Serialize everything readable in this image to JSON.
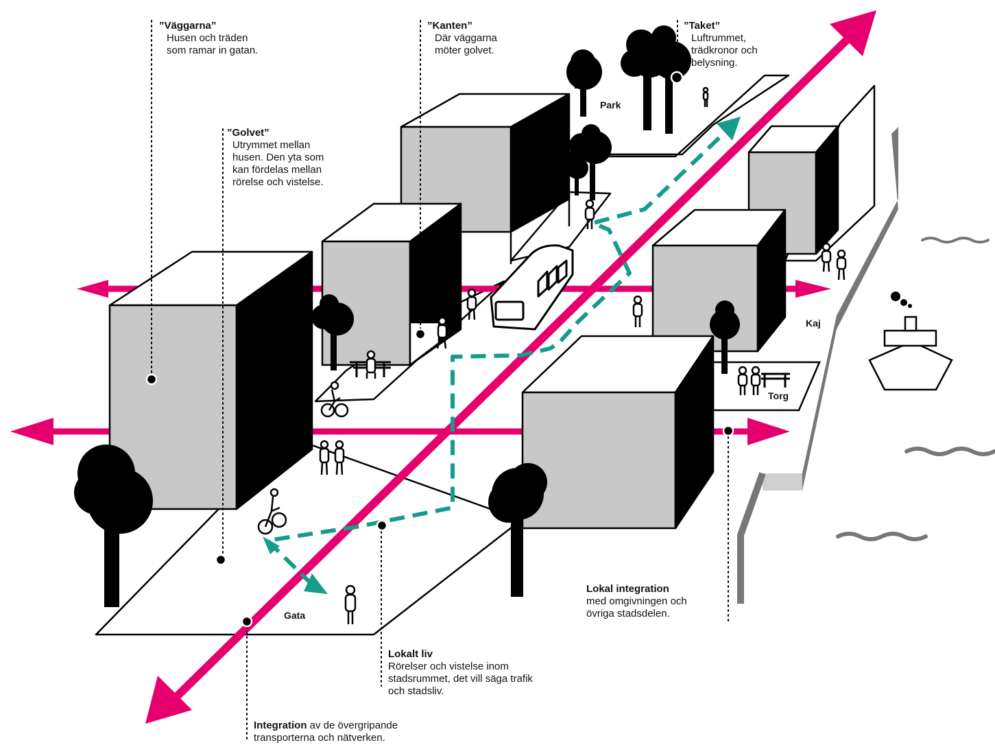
{
  "annotations": {
    "vaggarna": {
      "title": "”Väggarna”",
      "lines": [
        "Husen och träden",
        "som ramar in gatan."
      ]
    },
    "kanten": {
      "title": "”Kanten”",
      "lines": [
        "Där väggarna",
        "möter golvet."
      ]
    },
    "taket": {
      "title": "”Taket”",
      "lines": [
        "Luftrummet,",
        "trädkronor och",
        "belysning."
      ]
    },
    "golvet": {
      "title": "”Golvet”",
      "lines": [
        "Utrymmet mellan",
        "husen. Den yta som",
        "kan fördelas mellan",
        "rörelse och vistelse."
      ]
    },
    "lokal_integration": {
      "title": "Lokal integration",
      "lines": [
        "med omgivningen och",
        "övriga stadsdelen."
      ]
    },
    "lokalt_liv": {
      "title": "Lokalt liv",
      "lines": [
        "Rörelser och vistelse inom",
        "stadsrummet, det vill säga trafik",
        "och stadsliv."
      ]
    },
    "integration": {
      "title": "Integration",
      "rest": " av de övergripande",
      "lines": [
        "transporterna och nätverken."
      ]
    }
  },
  "place_labels": {
    "park": "Park",
    "kaj": "Kaj",
    "torg": "Torg",
    "gata": "Gata"
  },
  "colors": {
    "magenta": "#E5006E",
    "teal": "#179C8C",
    "building_face": "#C8C8C8",
    "ink": "#000000",
    "quay_grey": "#777777"
  }
}
